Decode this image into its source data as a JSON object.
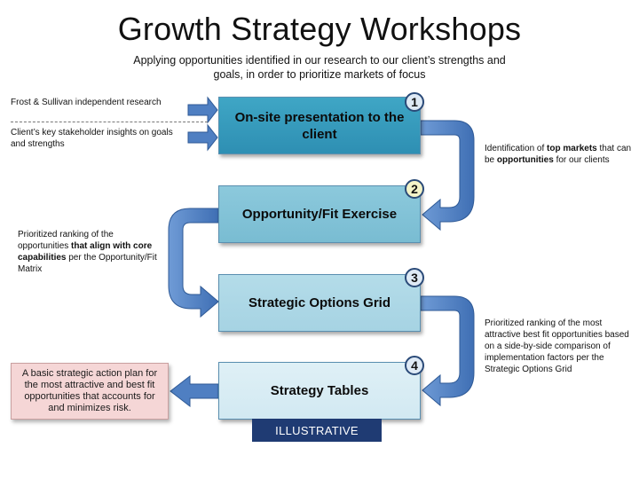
{
  "title": "Growth Strategy Workshops",
  "subtitle": "Applying opportunities identified in our research to our client’s strengths and goals, in order to prioritize markets of focus",
  "steps": [
    {
      "number": "1",
      "label": "On-site presentation to the client"
    },
    {
      "number": "2",
      "label": "Opportunity/Fit Exercise"
    },
    {
      "number": "3",
      "label": "Strategic Options Grid"
    },
    {
      "number": "4",
      "label": "Strategy Tables"
    }
  ],
  "inputs": [
    "Frost & Sullivan independent research",
    "Client’s key stakeholder insights on goals and strengths"
  ],
  "notes": {
    "n1": {
      "a": "Identification of ",
      "b": "top markets",
      "c": " that can be ",
      "d": "opportunities",
      "e": " for our clients"
    },
    "n2": {
      "a": "Prioritized ranking of the opportunities ",
      "b": "that align with core capabilities",
      "c": " per the Opportunity/Fit  Matrix"
    },
    "n3": "Prioritized ranking of the most attractive best fit opportunities based on a side-by-side comparison of implementation factors per the Strategic Options Grid"
  },
  "output": "A basic strategic action plan for the most attractive and best fit opportunities that accounts for and minimizes risk.",
  "tag": "ILLUSTRATIVE",
  "colors": {
    "arrow_fill": "#4f7fc2",
    "arrow_stroke": "#2f5a96",
    "step1": "#3fa6c5",
    "step2": "#8cc9dc",
    "step3": "#b4dce9",
    "step4": "#dff0f6",
    "tag_bg": "#1f3b73",
    "output_bg": "#f5d6d6"
  }
}
